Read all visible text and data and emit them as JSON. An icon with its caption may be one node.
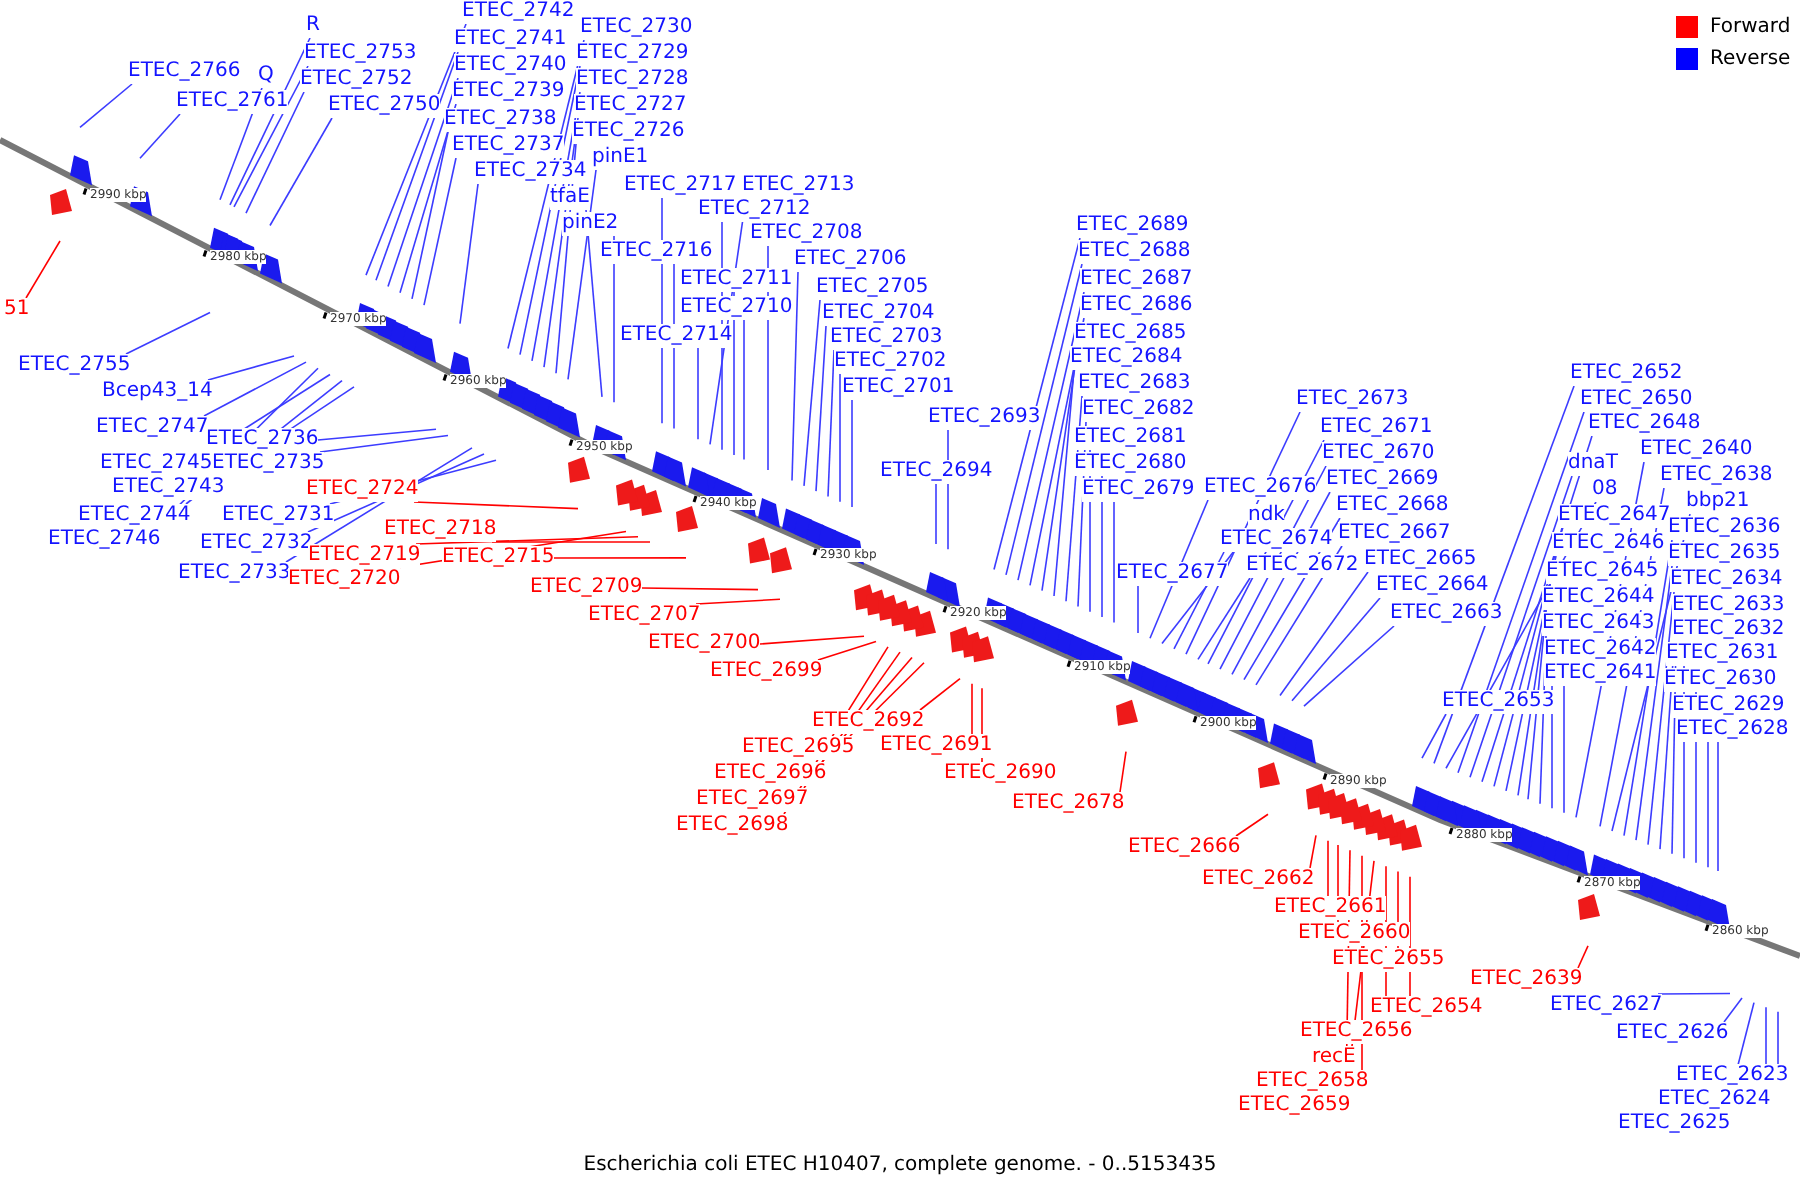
{
  "diagram": {
    "caption": "Escherichia coli ETEC H10407, complete genome. - 0..5153435",
    "nodes": [
      {
        "text": [
          "ETEC_2766"
        ]
      },
      {
        "text": [
          "Q"
        ]
      },
      {
        "text": [
          "R"
        ]
      },
      {
        "text": [
          "ETEC_2753"
        ]
      },
      {
        "text": [
          "ETEC_2752"
        ]
      },
      {
        "text": [
          "ETEC_2761"
        ]
      },
      {
        "text": [
          "ETEC_2750"
        ]
      },
      {
        "text": [
          "ETEC_2742"
        ]
      },
      {
        "text": [
          "ETEC_2741"
        ]
      },
      {
        "text": [
          "ETEC_2740"
        ]
      },
      {
        "text": [
          "ETEC_2739"
        ]
      },
      {
        "text": [
          "ETEC_2738"
        ]
      },
      {
        "text": [
          "ETEC_2737"
        ]
      },
      {
        "text": [
          "ETEC_2734"
        ]
      },
      {
        "text": [
          "ETEC_2730"
        ]
      },
      {
        "text": [
          "ETEC_2729"
        ]
      },
      {
        "text": [
          "ETEC_2728"
        ]
      },
      {
        "text": [
          "ETEC_2727"
        ]
      },
      {
        "text": [
          "ETEC_2726"
        ]
      },
      {
        "text": [
          "pinE1"
        ]
      },
      {
        "text": [
          "tfaE"
        ]
      },
      {
        "text": [
          "pinE2"
        ]
      },
      {
        "text": [
          "ETEC_2717"
        ]
      },
      {
        "text": [
          "ETEC_2716"
        ]
      },
      {
        "text": [
          "ETEC_2713"
        ]
      },
      {
        "text": [
          "ETEC_2712"
        ]
      },
      {
        "text": [
          "ETEC_2708"
        ]
      },
      {
        "text": [
          "ETEC_2706"
        ]
      },
      {
        "text": [
          "ETEC_2711"
        ]
      },
      {
        "text": [
          "ETEC_2710"
        ]
      },
      {
        "text": [
          "ETEC_2705"
        ]
      },
      {
        "text": [
          "ETEC_2704"
        ]
      },
      {
        "text": [
          "ETEC_2714"
        ]
      },
      {
        "text": [
          "ETEC_2703"
        ]
      },
      {
        "text": [
          "ETEC_2702"
        ]
      },
      {
        "text": [
          "ETEC_2701"
        ]
      },
      {
        "text": [
          "ETEC_2693"
        ]
      },
      {
        "text": [
          "ETEC_2694"
        ]
      },
      {
        "text": [
          "ETEC_2689"
        ]
      },
      {
        "text": [
          "ETEC_2688"
        ]
      },
      {
        "text": [
          "ETEC_2687"
        ]
      },
      {
        "text": [
          "ETEC_2686"
        ]
      },
      {
        "text": [
          "ETEC_2685"
        ]
      },
      {
        "text": [
          "ETEC_2684"
        ]
      },
      {
        "text": [
          "ETEC_2683"
        ]
      },
      {
        "text": [
          "ETEC_2682"
        ]
      },
      {
        "text": [
          "ETEC_2681"
        ]
      },
      {
        "text": [
          "ETEC_2680"
        ]
      },
      {
        "text": [
          "ETEC_2679"
        ]
      },
      {
        "text": [
          "ETEC_2677"
        ]
      },
      {
        "text": [
          "ETEC_2676"
        ]
      },
      {
        "text": [
          "ndk"
        ]
      },
      {
        "text": [
          "ETEC_2674"
        ]
      },
      {
        "text": [
          "ETEC_2672"
        ]
      },
      {
        "text": [
          "ETEC_2673"
        ]
      },
      {
        "text": [
          "ETEC_2671"
        ]
      },
      {
        "text": [
          "ETEC_2670"
        ]
      },
      {
        "text": [
          "ETEC_2669"
        ]
      },
      {
        "text": [
          "ETEC_2668"
        ]
      },
      {
        "text": [
          "ETEC_2667"
        ]
      },
      {
        "text": [
          "ETEC_2665"
        ]
      },
      {
        "text": [
          "ETEC_2664"
        ]
      },
      {
        "text": [
          "ETEC_2663"
        ]
      },
      {
        "text": [
          "ETEC_2653"
        ]
      },
      {
        "text": [
          "ETEC_2652"
        ]
      },
      {
        "text": [
          "ETEC_2650"
        ]
      },
      {
        "text": [
          "ETEC_2648"
        ]
      },
      {
        "text": [
          "dnaT"
        ]
      },
      {
        "text": [
          "08"
        ]
      },
      {
        "text": [
          "ETEC_2647"
        ]
      },
      {
        "text": [
          "ETEC_2646"
        ]
      },
      {
        "text": [
          "ETEC_2645"
        ]
      },
      {
        "text": [
          "ETEC_2644"
        ]
      },
      {
        "text": [
          "ETEC_2643"
        ]
      },
      {
        "text": [
          "ETEC_2642"
        ]
      },
      {
        "text": [
          "ETEC_2641"
        ]
      },
      {
        "text": [
          "ETEC_2640"
        ]
      },
      {
        "text": [
          "ETEC_2638"
        ]
      },
      {
        "text": [
          "bbp21"
        ]
      },
      {
        "text": [
          "ETEC_2636"
        ]
      },
      {
        "text": [
          "ETEC_2635"
        ]
      },
      {
        "text": [
          "ETEC_2634"
        ]
      },
      {
        "text": [
          "ETEC_2633"
        ]
      },
      {
        "text": [
          "ETEC_2632"
        ]
      },
      {
        "text": [
          "ETEC_2631"
        ]
      },
      {
        "text": [
          "ETEC_2630"
        ]
      },
      {
        "text": [
          "ETEC_2629"
        ]
      },
      {
        "text": [
          "ETEC_2628"
        ]
      },
      {
        "text": [
          "51"
        ]
      },
      {
        "text": [
          "ETEC_2755"
        ]
      },
      {
        "text": [
          "Bcep43_14"
        ]
      },
      {
        "text": [
          "ETEC_2747"
        ]
      },
      {
        "text": [
          "ETEC_2736"
        ]
      },
      {
        "text": [
          "ETEC_2745"
        ]
      },
      {
        "text": [
          "ETEC_2735"
        ]
      },
      {
        "text": [
          "ETEC_2743"
        ]
      },
      {
        "text": [
          "ETEC_2731"
        ]
      },
      {
        "text": [
          "ETEC_2744"
        ]
      },
      {
        "text": [
          "ETEC_2746"
        ]
      },
      {
        "text": [
          "ETEC_2732"
        ]
      },
      {
        "text": [
          "ETEC_2733"
        ]
      },
      {
        "text": [
          "ETEC_2724"
        ]
      },
      {
        "text": [
          "ETEC_2718"
        ]
      },
      {
        "text": [
          "ETEC_2719"
        ]
      },
      {
        "text": [
          "ETEC_2715"
        ]
      },
      {
        "text": [
          "ETEC_2720"
        ]
      },
      {
        "text": [
          "ETEC_2709"
        ]
      },
      {
        "text": [
          "ETEC_2707"
        ]
      },
      {
        "text": [
          "ETEC_2700"
        ]
      },
      {
        "text": [
          "ETEC_2699"
        ]
      },
      {
        "text": [
          "ETEC_2692"
        ]
      },
      {
        "text": [
          "ETEC_2695"
        ]
      },
      {
        "text": [
          "ETEC_2691"
        ]
      },
      {
        "text": [
          "ETEC_2696"
        ]
      },
      {
        "text": [
          "ETEC_2690"
        ]
      },
      {
        "text": [
          "ETEC_2697"
        ]
      },
      {
        "text": [
          "ETEC_2678"
        ]
      },
      {
        "text": [
          "ETEC_2698"
        ]
      },
      {
        "text": [
          "ETEC_2666"
        ]
      },
      {
        "text": [
          "ETEC_2662"
        ]
      },
      {
        "text": [
          "ETEC_2661"
        ]
      },
      {
        "text": [
          "ETEC_2660"
        ]
      },
      {
        "text": [
          "ETEC_2655"
        ]
      },
      {
        "text": [
          "ETEC_2639"
        ]
      },
      {
        "text": [
          "ETEC_2654"
        ]
      },
      {
        "text": [
          "ETEC_2656"
        ]
      },
      {
        "text": [
          "recE"
        ]
      },
      {
        "text": [
          "ETEC_2658"
        ]
      },
      {
        "text": [
          "ETEC_2659"
        ]
      },
      {
        "text": [
          "ETEC_2627"
        ]
      },
      {
        "text": [
          "ETEC_2626"
        ]
      },
      {
        "text": [
          "ETEC_2623"
        ]
      },
      {
        "text": [
          "ETEC_2624"
        ]
      },
      {
        "text": [
          "ETEC_2625"
        ]
      }
    ],
    "edges": [
      {
        "from": 0,
        "to": null,
        "arrow": "none"
      },
      {
        "from": 1,
        "to": null,
        "arrow": "none"
      },
      {
        "from": 2,
        "to": null,
        "arrow": "none"
      },
      {
        "from": 3,
        "to": null,
        "arrow": "none"
      },
      {
        "from": 4,
        "to": null,
        "arrow": "none"
      },
      {
        "from": 5,
        "to": null,
        "arrow": "none"
      },
      {
        "from": 6,
        "to": null,
        "arrow": "none"
      },
      {
        "from": 7,
        "to": null,
        "arrow": "none"
      },
      {
        "from": 8,
        "to": null,
        "arrow": "none"
      },
      {
        "from": 9,
        "to": null,
        "arrow": "none"
      },
      {
        "from": 10,
        "to": null,
        "arrow": "none"
      },
      {
        "from": 11,
        "to": null,
        "arrow": "none"
      },
      {
        "from": 12,
        "to": null,
        "arrow": "none"
      },
      {
        "from": 13,
        "to": null,
        "arrow": "none"
      },
      {
        "from": 14,
        "to": null,
        "arrow": "none"
      },
      {
        "from": 15,
        "to": null,
        "arrow": "none"
      },
      {
        "from": 16,
        "to": null,
        "arrow": "none"
      },
      {
        "from": 17,
        "to": null,
        "arrow": "none"
      },
      {
        "from": 18,
        "to": null,
        "arrow": "none"
      },
      {
        "from": 19,
        "to": null,
        "arrow": "none"
      },
      {
        "from": 20,
        "to": null,
        "arrow": "none"
      },
      {
        "from": 21,
        "to": null,
        "arrow": "none"
      },
      {
        "from": 22,
        "to": null,
        "arrow": "none"
      },
      {
        "from": 23,
        "to": null,
        "arrow": "none"
      },
      {
        "from": 24,
        "to": null,
        "arrow": "none"
      },
      {
        "from": 25,
        "to": null,
        "arrow": "none"
      },
      {
        "from": 26,
        "to": null,
        "arrow": "none"
      },
      {
        "from": 27,
        "to": null,
        "arrow": "none"
      },
      {
        "from": 28,
        "to": null,
        "arrow": "none"
      },
      {
        "from": 29,
        "to": null,
        "arrow": "none"
      },
      {
        "from": 30,
        "to": null,
        "arrow": "none"
      },
      {
        "from": 31,
        "to": null,
        "arrow": "none"
      },
      {
        "from": 32,
        "to": null,
        "arrow": "none"
      },
      {
        "from": 33,
        "to": null,
        "arrow": "none"
      },
      {
        "from": 34,
        "to": null,
        "arrow": "none"
      },
      {
        "from": 35,
        "to": null,
        "arrow": "none"
      },
      {
        "from": 36,
        "to": null,
        "arrow": "none"
      },
      {
        "from": 37,
        "to": null,
        "arrow": "none"
      },
      {
        "from": 38,
        "to": null,
        "arrow": "none"
      },
      {
        "from": 39,
        "to": null,
        "arrow": "none"
      },
      {
        "from": 40,
        "to": null,
        "arrow": "none"
      },
      {
        "from": 41,
        "to": null,
        "arrow": "none"
      },
      {
        "from": 42,
        "to": null,
        "arrow": "none"
      },
      {
        "from": 43,
        "to": null,
        "arrow": "none"
      },
      {
        "from": 44,
        "to": null,
        "arrow": "none"
      },
      {
        "from": 45,
        "to": null,
        "arrow": "none"
      },
      {
        "from": 46,
        "to": null,
        "arrow": "none"
      },
      {
        "from": 47,
        "to": null,
        "arrow": "none"
      },
      {
        "from": 48,
        "to": null,
        "arrow": "none"
      },
      {
        "from": 49,
        "to": null,
        "arrow": "none"
      },
      {
        "from": 50,
        "to": null,
        "arrow": "none"
      },
      {
        "from": 51,
        "to": null,
        "arrow": "none"
      },
      {
        "from": 52,
        "to": null,
        "arrow": "none"
      },
      {
        "from": 53,
        "to": null,
        "arrow": "none"
      },
      {
        "from": 54,
        "to": null,
        "arrow": "none"
      },
      {
        "from": 55,
        "to": null,
        "arrow": "none"
      },
      {
        "from": 56,
        "to": null,
        "arrow": "none"
      },
      {
        "from": 57,
        "to": null,
        "arrow": "none"
      },
      {
        "from": 58,
        "to": null,
        "arrow": "none"
      },
      {
        "from": 59,
        "to": null,
        "arrow": "none"
      },
      {
        "from": 60,
        "to": null,
        "arrow": "none"
      },
      {
        "from": 61,
        "to": null,
        "arrow": "none"
      },
      {
        "from": 62,
        "to": null,
        "arrow": "none"
      },
      {
        "from": 63,
        "to": null,
        "arrow": "none"
      },
      {
        "from": 64,
        "to": null,
        "arrow": "none"
      },
      {
        "from": 65,
        "to": null,
        "arrow": "none"
      },
      {
        "from": 66,
        "to": null,
        "arrow": "none"
      },
      {
        "from": 67,
        "to": null,
        "arrow": "none"
      },
      {
        "from": 68,
        "to": null,
        "arrow": "none"
      },
      {
        "from": 69,
        "to": null,
        "arrow": "none"
      },
      {
        "from": 70,
        "to": null,
        "arrow": "none"
      },
      {
        "from": 71,
        "to": null,
        "arrow": "none"
      },
      {
        "from": 72,
        "to": null,
        "arrow": "none"
      },
      {
        "from": 73,
        "to": null,
        "arrow": "none"
      },
      {
        "from": 74,
        "to": null,
        "arrow": "none"
      },
      {
        "from": 75,
        "to": null,
        "arrow": "none"
      },
      {
        "from": 76,
        "to": null,
        "arrow": "none"
      },
      {
        "from": 77,
        "to": null,
        "arrow": "none"
      },
      {
        "from": 78,
        "to": null,
        "arrow": "none"
      },
      {
        "from": 79,
        "to": null,
        "arrow": "none"
      },
      {
        "from": 80,
        "to": null,
        "arrow": "none"
      },
      {
        "from": 81,
        "to": null,
        "arrow": "none"
      },
      {
        "from": 82,
        "to": null,
        "arrow": "none"
      },
      {
        "from": 83,
        "to": null,
        "arrow": "none"
      },
      {
        "from": 84,
        "to": null,
        "arrow": "none"
      },
      {
        "from": 85,
        "to": null,
        "arrow": "none"
      },
      {
        "from": 86,
        "to": null,
        "arrow": "none"
      },
      {
        "from": 87,
        "to": null,
        "arrow": "none"
      },
      {
        "from": 88,
        "to": null,
        "arrow": "none",
        "color": "#ff0000"
      },
      {
        "from": 89,
        "to": null,
        "arrow": "none"
      },
      {
        "from": 90,
        "to": null,
        "arrow": "none"
      },
      {
        "from": 91,
        "to": null,
        "arrow": "none"
      },
      {
        "from": 92,
        "to": null,
        "arrow": "none"
      },
      {
        "from": 93,
        "to": null,
        "arrow": "none"
      },
      {
        "from": 94,
        "to": null,
        "arrow": "none"
      },
      {
        "from": 95,
        "to": null,
        "arrow": "none"
      },
      {
        "from": 96,
        "to": null,
        "arrow": "none"
      },
      {
        "from": 97,
        "to": null,
        "arrow": "none"
      },
      {
        "from": 98,
        "to": null,
        "arrow": "none"
      },
      {
        "from": 99,
        "to": null,
        "arrow": "none"
      },
      {
        "from": 100,
        "to": null,
        "arrow": "none"
      },
      {
        "from": 101,
        "to": null,
        "arrow": "none",
        "color": "#ff0000"
      },
      {
        "from": 102,
        "to": null,
        "arrow": "none",
        "color": "#ff0000"
      },
      {
        "from": 103,
        "to": null,
        "arrow": "none",
        "color": "#ff0000"
      },
      {
        "from": 104,
        "to": null,
        "arrow": "none",
        "color": "#ff0000"
      },
      {
        "from": 105,
        "to": null,
        "arrow": "none",
        "color": "#ff0000"
      },
      {
        "from": 106,
        "to": null,
        "arrow": "none",
        "color": "#ff0000"
      },
      {
        "from": 107,
        "to": null,
        "arrow": "none",
        "color": "#ff0000"
      },
      {
        "from": 108,
        "to": null,
        "arrow": "none",
        "color": "#ff0000"
      },
      {
        "from": 109,
        "to": null,
        "arrow": "none",
        "color": "#ff0000"
      },
      {
        "from": 110,
        "to": null,
        "arrow": "none",
        "color": "#ff0000"
      },
      {
        "from": 111,
        "to": null,
        "arrow": "none",
        "color": "#ff0000"
      },
      {
        "from": 112,
        "to": null,
        "arrow": "none",
        "color": "#ff0000"
      },
      {
        "from": 113,
        "to": null,
        "arrow": "none",
        "color": "#ff0000"
      },
      {
        "from": 114,
        "to": null,
        "arrow": "none",
        "color": "#ff0000"
      },
      {
        "from": 115,
        "to": null,
        "arrow": "none",
        "color": "#ff0000"
      },
      {
        "from": 116,
        "to": null,
        "arrow": "none",
        "color": "#ff0000"
      },
      {
        "from": 117,
        "to": null,
        "arrow": "none",
        "color": "#ff0000"
      },
      {
        "from": 118,
        "to": null,
        "arrow": "none",
        "color": "#ff0000"
      },
      {
        "from": 119,
        "to": null,
        "arrow": "none",
        "color": "#ff0000"
      },
      {
        "from": 120,
        "to": null,
        "arrow": "none",
        "color": "#ff0000"
      },
      {
        "from": 121,
        "to": null,
        "arrow": "none",
        "color": "#ff0000"
      },
      {
        "from": 122,
        "to": null,
        "arrow": "none",
        "color": "#ff0000"
      },
      {
        "from": 123,
        "to": null,
        "arrow": "none",
        "color": "#ff0000"
      },
      {
        "from": 124,
        "to": null,
        "arrow": "none",
        "color": "#ff0000"
      },
      {
        "from": 125,
        "to": null,
        "arrow": "none",
        "color": "#ff0000"
      },
      {
        "from": 126,
        "to": null,
        "arrow": "none",
        "color": "#ff0000"
      },
      {
        "from": 127,
        "to": null,
        "arrow": "none",
        "color": "#ff0000"
      },
      {
        "from": 128,
        "to": null,
        "arrow": "none",
        "color": "#ff0000"
      },
      {
        "from": 129,
        "to": null,
        "arrow": "none"
      },
      {
        "from": 130,
        "to": null,
        "arrow": "none"
      },
      {
        "from": 131,
        "to": null,
        "arrow": "none"
      },
      {
        "from": 132,
        "to": null,
        "arrow": "none"
      },
      {
        "from": 133,
        "to": null,
        "arrow": "none"
      }
    ],
    "labels": [
      "2990 kbp",
      "2980 kbp",
      "2970 kbp",
      "2960 kbp",
      "2950 kbp",
      "2940 kbp",
      "2930 kbp",
      "2920 kbp",
      "2910 kbp",
      "2900 kbp",
      "2890 kbp",
      "2880 kbp",
      "2870 kbp",
      "2860 kbp"
    ],
    "legend": [
      {
        "text": "Forward",
        "color": "#ff0000"
      },
      {
        "text": "Reverse",
        "color": "#0000ff"
      }
    ]
  }
}
